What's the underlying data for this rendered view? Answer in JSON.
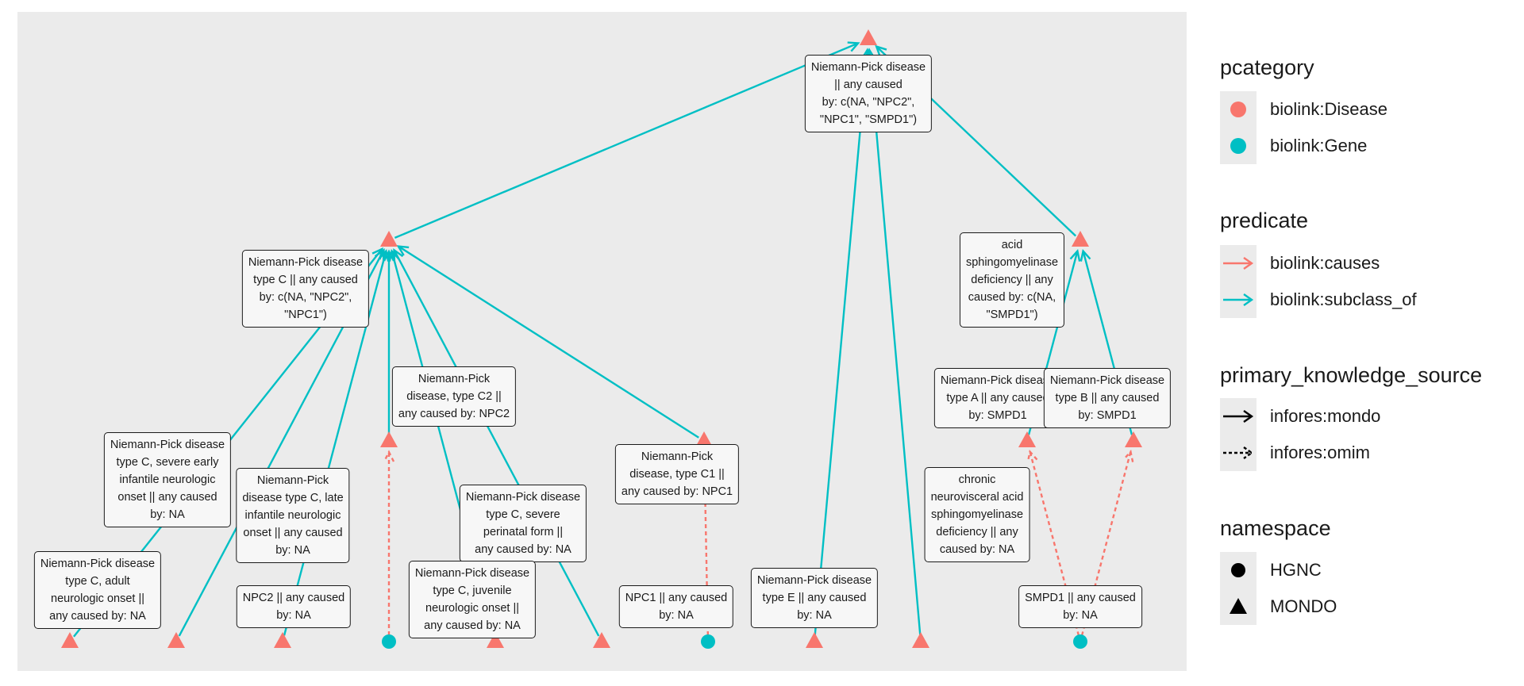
{
  "colors": {
    "panel_bg": "#ebebeb",
    "disease": "#f8766d",
    "gene": "#00bfc4",
    "causes_edge": "#f8766d",
    "subclass_edge": "#00bfc4",
    "label_border": "#1a1a1a"
  },
  "nodes": [
    {
      "id": "np_root",
      "category": "biolink:Disease",
      "namespace": "MONDO",
      "lines": [
        "Niemann-Pick disease",
        "|| any caused",
        "by: c(NA, \"NPC2\",",
        "\"NPC1\", \"SMPD1\")"
      ]
    },
    {
      "id": "npc",
      "category": "biolink:Disease",
      "namespace": "MONDO",
      "lines": [
        "Niemann-Pick disease",
        "type C || any caused",
        "by: c(NA, \"NPC2\",",
        "\"NPC1\")"
      ]
    },
    {
      "id": "asm_def",
      "category": "biolink:Disease",
      "namespace": "MONDO",
      "lines": [
        "acid",
        "sphingomyelinase",
        "deficiency || any",
        "caused by: c(NA,",
        "\"SMPD1\")"
      ]
    },
    {
      "id": "npc2_dis",
      "category": "biolink:Disease",
      "namespace": "MONDO",
      "lines": [
        "Niemann-Pick",
        "disease, type C2 ||",
        "any caused by: NPC2"
      ]
    },
    {
      "id": "npa",
      "category": "biolink:Disease",
      "namespace": "MONDO",
      "lines": [
        "Niemann-Pick disease",
        "type A || any caused",
        "by: SMPD1"
      ]
    },
    {
      "id": "npb",
      "category": "biolink:Disease",
      "namespace": "MONDO",
      "lines": [
        "Niemann-Pick disease",
        "type B || any caused",
        "by: SMPD1"
      ]
    },
    {
      "id": "npc_severe_early",
      "category": "biolink:Disease",
      "namespace": "MONDO",
      "lines": [
        "Niemann-Pick disease",
        "type C, severe early",
        "infantile neurologic",
        "onset || any caused",
        "by: NA"
      ]
    },
    {
      "id": "npc1_dis",
      "category": "biolink:Disease",
      "namespace": "MONDO",
      "lines": [
        "Niemann-Pick",
        "disease, type C1 ||",
        "any caused by: NPC1"
      ]
    },
    {
      "id": "npc_late_inf",
      "category": "biolink:Disease",
      "namespace": "MONDO",
      "lines": [
        "Niemann-Pick",
        "disease type C, late",
        "infantile neurologic",
        "onset || any caused",
        "by: NA"
      ]
    },
    {
      "id": "npc_perinatal",
      "category": "biolink:Disease",
      "namespace": "MONDO",
      "lines": [
        "Niemann-Pick disease",
        "type C, severe",
        "perinatal form ||",
        "any caused by: NA"
      ]
    },
    {
      "id": "chronic_asm",
      "category": "biolink:Disease",
      "namespace": "MONDO",
      "lines": [
        "chronic",
        "neurovisceral acid",
        "sphingomyelinase",
        "deficiency || any",
        "caused by: NA"
      ]
    },
    {
      "id": "npc_adult",
      "category": "biolink:Disease",
      "namespace": "MONDO",
      "lines": [
        "Niemann-Pick disease",
        "type C, adult",
        "neurologic onset ||",
        "any caused by: NA"
      ]
    },
    {
      "id": "npc_juvenile",
      "category": "biolink:Disease",
      "namespace": "MONDO",
      "lines": [
        "Niemann-Pick disease",
        "type C, juvenile",
        "neurologic onset ||",
        "any caused by: NA"
      ]
    },
    {
      "id": "npe",
      "category": "biolink:Disease",
      "namespace": "MONDO",
      "lines": [
        "Niemann-Pick disease",
        "type E || any caused",
        "by: NA"
      ]
    },
    {
      "id": "npc2_gene",
      "category": "biolink:Gene",
      "namespace": "HGNC",
      "lines": [
        "NPC2 || any caused",
        "by: NA"
      ]
    },
    {
      "id": "npc1_gene",
      "category": "biolink:Gene",
      "namespace": "HGNC",
      "lines": [
        "NPC1 || any caused",
        "by: NA"
      ]
    },
    {
      "id": "smpd1_gene",
      "category": "biolink:Gene",
      "namespace": "HGNC",
      "lines": [
        "SMPD1 || any caused",
        "by: NA"
      ]
    }
  ],
  "edges": [
    {
      "from": "npc",
      "to": "np_root",
      "predicate": "biolink:subclass_of",
      "source": "infores:mondo"
    },
    {
      "from": "asm_def",
      "to": "np_root",
      "predicate": "biolink:subclass_of",
      "source": "infores:mondo"
    },
    {
      "from": "npe",
      "to": "np_root",
      "predicate": "biolink:subclass_of",
      "source": "infores:mondo"
    },
    {
      "from": "chronic_asm",
      "to": "np_root",
      "predicate": "biolink:subclass_of",
      "source": "infores:mondo"
    },
    {
      "from": "npc2_dis",
      "to": "npc",
      "predicate": "biolink:subclass_of",
      "source": "infores:mondo"
    },
    {
      "from": "npc1_dis",
      "to": "npc",
      "predicate": "biolink:subclass_of",
      "source": "infores:mondo"
    },
    {
      "from": "npc_adult",
      "to": "npc",
      "predicate": "biolink:subclass_of",
      "source": "infores:mondo"
    },
    {
      "from": "npc_severe_early",
      "to": "npc",
      "predicate": "biolink:subclass_of",
      "source": "infores:mondo"
    },
    {
      "from": "npc_late_inf",
      "to": "npc",
      "predicate": "biolink:subclass_of",
      "source": "infores:mondo"
    },
    {
      "from": "npc_juvenile",
      "to": "npc",
      "predicate": "biolink:subclass_of",
      "source": "infores:mondo"
    },
    {
      "from": "npc_perinatal",
      "to": "npc",
      "predicate": "biolink:subclass_of",
      "source": "infores:mondo"
    },
    {
      "from": "npa",
      "to": "asm_def",
      "predicate": "biolink:subclass_of",
      "source": "infores:mondo"
    },
    {
      "from": "npb",
      "to": "asm_def",
      "predicate": "biolink:subclass_of",
      "source": "infores:mondo"
    },
    {
      "from": "npc2_gene",
      "to": "npc2_dis",
      "predicate": "biolink:causes",
      "source": "infores:omim"
    },
    {
      "from": "npc1_gene",
      "to": "npc1_dis",
      "predicate": "biolink:causes",
      "source": "infores:omim"
    },
    {
      "from": "smpd1_gene",
      "to": "npa",
      "predicate": "biolink:causes",
      "source": "infores:omim"
    },
    {
      "from": "smpd1_gene",
      "to": "npb",
      "predicate": "biolink:causes",
      "source": "infores:omim"
    }
  ],
  "legend": {
    "pcategory": {
      "title": "pcategory",
      "items": [
        "biolink:Disease",
        "biolink:Gene"
      ]
    },
    "predicate": {
      "title": "predicate",
      "items": [
        "biolink:causes",
        "biolink:subclass_of"
      ]
    },
    "primary_knowledge_source": {
      "title": "primary_knowledge_source",
      "items": [
        "infores:mondo",
        "infores:omim"
      ]
    },
    "namespace": {
      "title": "namespace",
      "items": [
        "HGNC",
        "MONDO"
      ]
    }
  }
}
